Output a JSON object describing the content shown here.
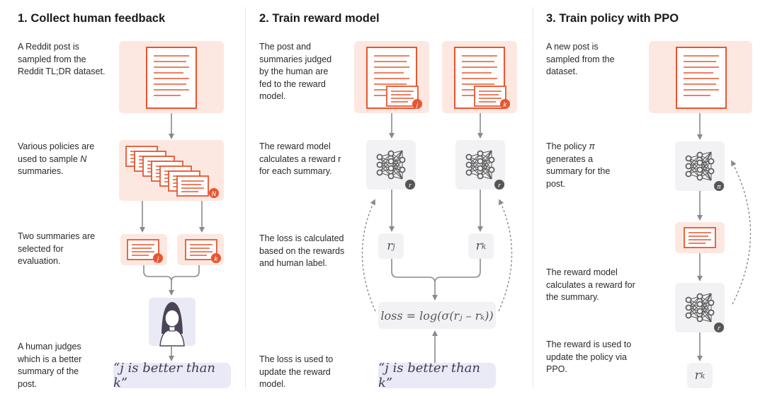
{
  "columns": [
    {
      "title": "1. Collect human feedback",
      "steps": [
        "A Reddit post is sampled from the Reddit TL;DR dataset.",
        "Various policies are used to sample N summaries.",
        "Two summaries are selected for evaluation.",
        "A human judges which is a better summary of the post."
      ],
      "badges": {
        "n": "N",
        "j": "j",
        "k": "k"
      },
      "quote": "“j is better than k”"
    },
    {
      "title": "2. Train reward model",
      "steps": [
        "The post and summaries judged by the human are fed to the reward model.",
        "The reward model calculates a reward r for each summary.",
        "The loss is calculated based on the rewards and human label.",
        "The loss is used to update the reward model."
      ],
      "badges": {
        "j": "j",
        "k": "k",
        "r": "r"
      },
      "rewards": {
        "rj_base": "r",
        "rj_sub": "j",
        "rk_base": "r",
        "rk_sub": "k"
      },
      "loss": "loss = log(σ(rⱼ – rₖ))",
      "quote": "“j is better than k”"
    },
    {
      "title": "3. Train policy with PPO",
      "steps": [
        "A new post is sampled from the dataset.",
        "The policy π generates a summary for the post.",
        "The reward model calculates a reward for the summary.",
        "The reward is used to update the policy via PPO."
      ],
      "badges": {
        "pi": "π",
        "r": "r"
      },
      "reward": {
        "base": "r",
        "sub": "k"
      }
    }
  ],
  "colors": {
    "accent": "#e9552f",
    "peach_bg": "#fde8e1",
    "grey_bg": "#f2f2f5",
    "lavender_bg": "#e9eaf6",
    "arrow": "#8a8a8a",
    "badge_dark": "#555555"
  },
  "icons": [
    "document-icon",
    "neural-network-icon",
    "human-avatar-icon",
    "arrow-icon"
  ]
}
